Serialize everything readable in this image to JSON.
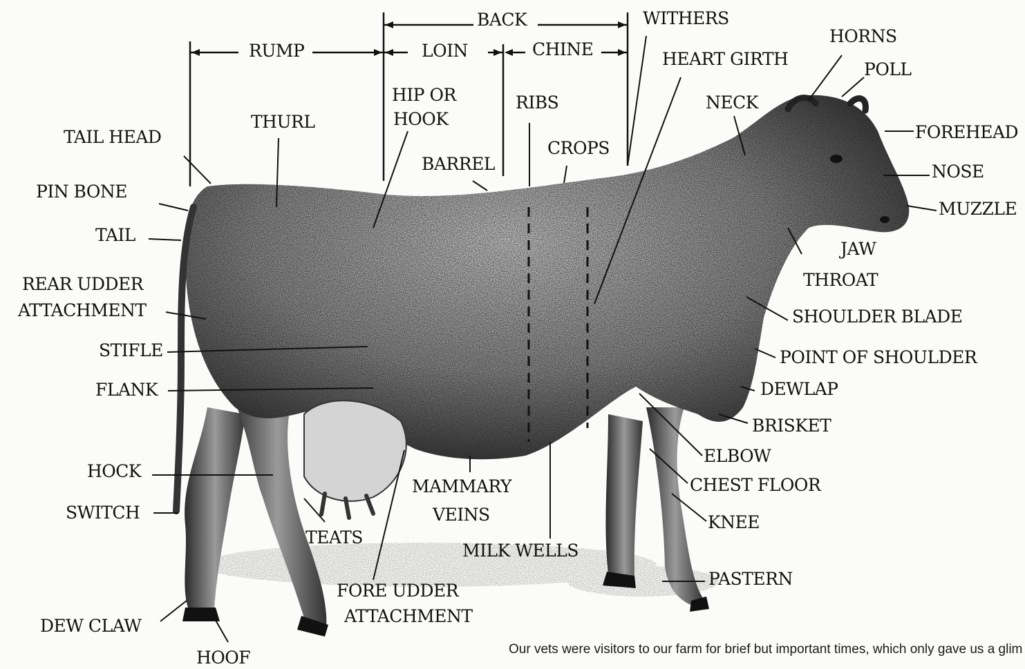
{
  "labels": {
    "back": "BACK",
    "withers": "WITHERS",
    "horns": "HORNS",
    "rump": "RUMP",
    "loin": "LOIN",
    "chine": "CHINE",
    "heart_girth": "HEART GIRTH",
    "poll": "POLL",
    "hip_or_hook_1": "HIP OR",
    "hip_or_hook_2": "HOOK",
    "ribs": "RIBS",
    "neck": "NECK",
    "thurl": "THURL",
    "forehead": "FOREHEAD",
    "tail_head": "TAIL HEAD",
    "crops": "CROPS",
    "barrel": "BARREL",
    "nose": "NOSE",
    "pin_bone": "PIN BONE",
    "muzzle": "MUZZLE",
    "tail": "TAIL",
    "jaw": "JAW",
    "throat": "THROAT",
    "rear_udder_1": "REAR UDDER",
    "rear_udder_2": "ATTACHMENT",
    "shoulder_blade": "SHOULDER BLADE",
    "stifle": "STIFLE",
    "point_of_shoulder": "POINT OF SHOULDER",
    "flank": "FLANK",
    "dewlap": "DEWLAP",
    "brisket": "BRISKET",
    "elbow": "ELBOW",
    "hock": "HOCK",
    "mammary_1": "MAMMARY",
    "mammary_2": "VEINS",
    "chest_floor": "CHEST FLOOR",
    "switch": "SWITCH",
    "knee": "KNEE",
    "teats": "TEATS",
    "milk_wells": "MILK WELLS",
    "pastern": "PASTERN",
    "fore_udder_1": "FORE UDDER",
    "fore_udder_2": "ATTACHMENT",
    "dew_claw": "DEW CLAW",
    "hoof": "HOOF"
  },
  "caption": "Our vets were visitors to our farm for brief but important times, which only gave us a glimpse into their personal lives that occurred between visits.",
  "colors": {
    "ink": "#111111",
    "body_dark": "#2a2a2a",
    "body_mid": "#6d6d6d",
    "body_light": "#bdbdbd",
    "paper": "#fbfbf9"
  }
}
